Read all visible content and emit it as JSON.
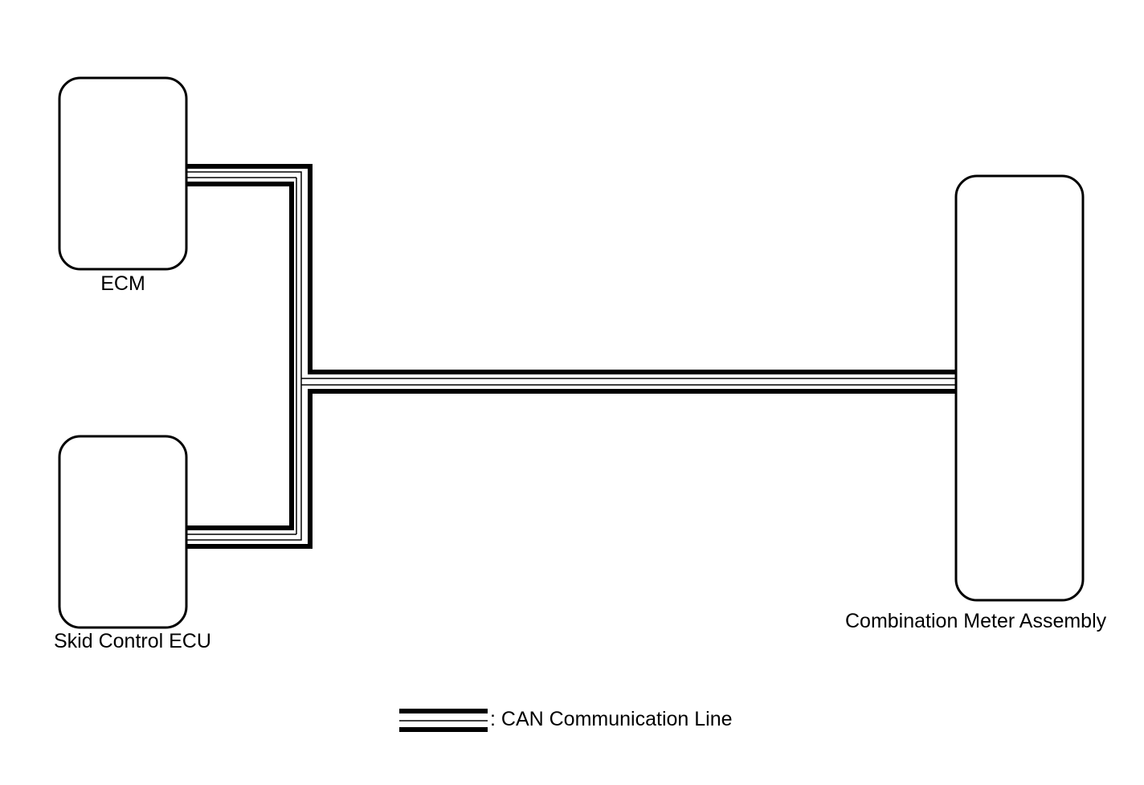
{
  "units": {
    "ecm": {
      "label": "ECM"
    },
    "skid_control_ecu": {
      "label": "Skid Control ECU"
    },
    "combination_meter": {
      "label": "Combination Meter Assembly"
    }
  },
  "legend": {
    "text": ": CAN Communication Line"
  },
  "colors": {
    "line": "#000000",
    "background": "#ffffff"
  }
}
